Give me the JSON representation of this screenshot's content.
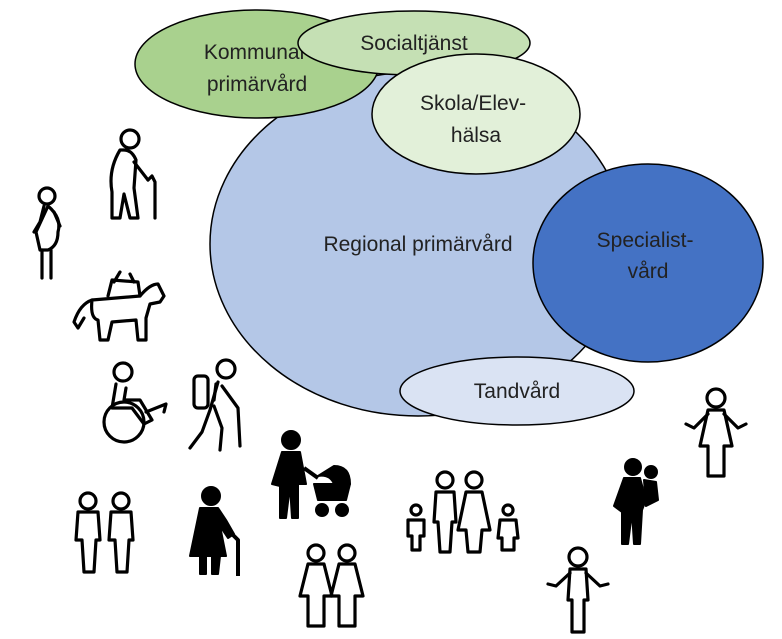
{
  "diagram": {
    "nodes": [
      {
        "id": "regional",
        "label": "Regional primärvård",
        "fill": "#b4c7e7"
      },
      {
        "id": "kommunal",
        "label_lines": [
          "Kommunal",
          "primärvård"
        ],
        "fill": "#a9d18e"
      },
      {
        "id": "social",
        "label": "Socialtjänst",
        "fill": "#c5e0b4"
      },
      {
        "id": "skola",
        "label_lines": [
          "Skola/Elev-",
          "hälsa"
        ],
        "fill": "#e2f0d9"
      },
      {
        "id": "specialist",
        "label_lines": [
          "Specialist-",
          "vård"
        ],
        "fill": "#4472c4"
      },
      {
        "id": "tand",
        "label": "Tandvård",
        "fill": "#dae3f3"
      }
    ],
    "people_icons": [
      "pregnant-woman-icon",
      "elderly-man-with-cane-icon",
      "guide-dog-icon",
      "wheelchair-user-icon",
      "hiker-icon",
      "parent-with-stroller-icon",
      "two-men-icon",
      "elderly-woman-with-cane-icon",
      "family-icon",
      "two-women-icon",
      "woman-shrugging-icon",
      "parent-carrying-child-icon",
      "man-shrugging-icon"
    ]
  }
}
